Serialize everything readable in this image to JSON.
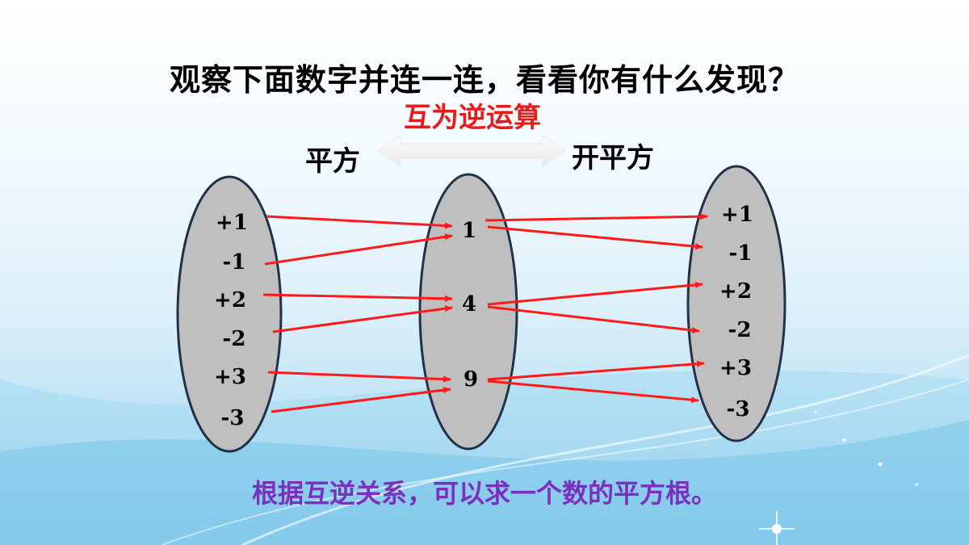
{
  "title": "观察下面数字并连一连，看看你有什么发现？",
  "relation_label": "互为逆运算",
  "left_operation": "平方",
  "right_operation": "开平方",
  "left_set": [
    "+1",
    "-1",
    "+2",
    "-2",
    "+3",
    "-3"
  ],
  "middle_set": [
    "1",
    "4",
    "9"
  ],
  "right_set": [
    "+1",
    "-1",
    "+2",
    "-2",
    "+3",
    "-3"
  ],
  "conclusion": "根据互逆关系，可以求一个数的平方根。",
  "colors": {
    "arrow": "#ff1a1a",
    "ellipse_fill": "#bfbfbf",
    "ellipse_stroke": "#22314a",
    "relation_label": "#e61c1c",
    "conclusion": "#7b2fbf"
  },
  "mappings": {
    "left_to_middle": [
      [
        0,
        0
      ],
      [
        1,
        0
      ],
      [
        2,
        1
      ],
      [
        3,
        1
      ],
      [
        4,
        2
      ],
      [
        5,
        2
      ]
    ],
    "middle_to_right": [
      [
        0,
        0
      ],
      [
        0,
        1
      ],
      [
        1,
        2
      ],
      [
        1,
        3
      ],
      [
        2,
        4
      ],
      [
        2,
        5
      ]
    ]
  }
}
